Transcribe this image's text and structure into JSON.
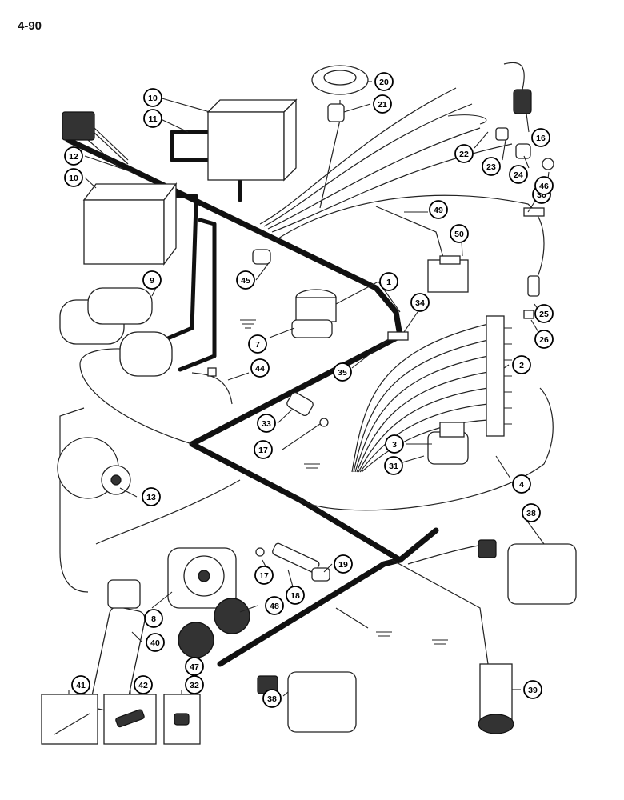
{
  "page_number": "4-90",
  "callouts": [
    {
      "id": "c1",
      "label": "1"
    },
    {
      "id": "c2",
      "label": "2"
    },
    {
      "id": "c3",
      "label": "3"
    },
    {
      "id": "c4",
      "label": "4"
    },
    {
      "id": "c7",
      "label": "7"
    },
    {
      "id": "c8",
      "label": "8"
    },
    {
      "id": "c9",
      "label": "9"
    },
    {
      "id": "c10a",
      "label": "10"
    },
    {
      "id": "c10b",
      "label": "10"
    },
    {
      "id": "c11",
      "label": "11"
    },
    {
      "id": "c12",
      "label": "12"
    },
    {
      "id": "c13",
      "label": "13"
    },
    {
      "id": "c16",
      "label": "16"
    },
    {
      "id": "c17a",
      "label": "17"
    },
    {
      "id": "c17b",
      "label": "17"
    },
    {
      "id": "c18",
      "label": "18"
    },
    {
      "id": "c19",
      "label": "19"
    },
    {
      "id": "c20",
      "label": "20"
    },
    {
      "id": "c21",
      "label": "21"
    },
    {
      "id": "c22",
      "label": "22"
    },
    {
      "id": "c23",
      "label": "23"
    },
    {
      "id": "c24",
      "label": "24"
    },
    {
      "id": "c25",
      "label": "25"
    },
    {
      "id": "c26",
      "label": "26"
    },
    {
      "id": "c30",
      "label": "30"
    },
    {
      "id": "c31",
      "label": "31"
    },
    {
      "id": "c32",
      "label": "32"
    },
    {
      "id": "c33",
      "label": "33"
    },
    {
      "id": "c34",
      "label": "34"
    },
    {
      "id": "c35",
      "label": "35"
    },
    {
      "id": "c38a",
      "label": "38"
    },
    {
      "id": "c38b",
      "label": "38"
    },
    {
      "id": "c39",
      "label": "39"
    },
    {
      "id": "c40",
      "label": "40"
    },
    {
      "id": "c41",
      "label": "41"
    },
    {
      "id": "c42",
      "label": "42"
    },
    {
      "id": "c44",
      "label": "44"
    },
    {
      "id": "c45",
      "label": "45"
    },
    {
      "id": "c46",
      "label": "46"
    },
    {
      "id": "c47",
      "label": "47"
    },
    {
      "id": "c48",
      "label": "48"
    },
    {
      "id": "c49",
      "label": "49"
    },
    {
      "id": "c50",
      "label": "50"
    }
  ]
}
